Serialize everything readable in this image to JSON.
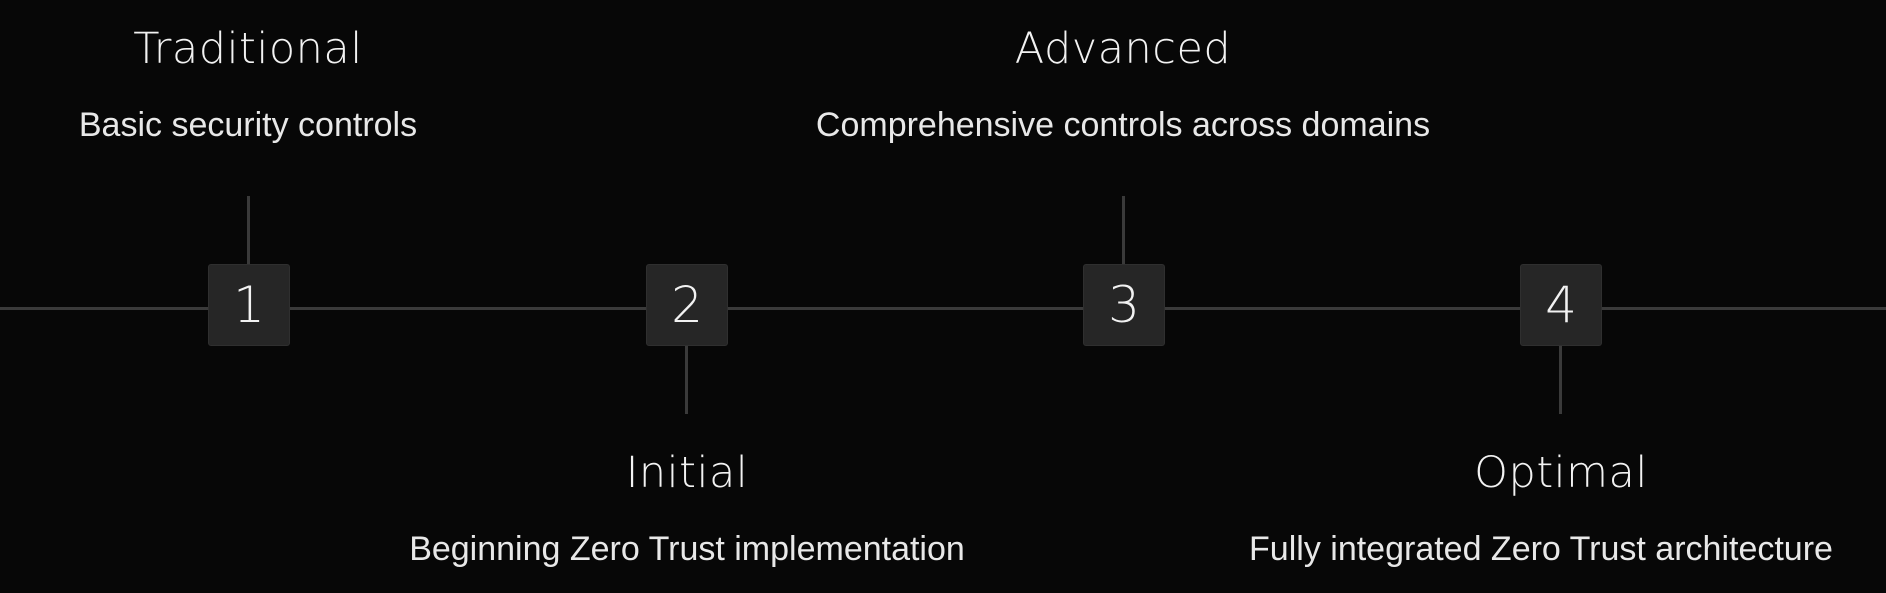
{
  "stages": [
    {
      "number": "1",
      "title": "Traditional",
      "description": "Basic security controls"
    },
    {
      "number": "2",
      "title": "Initial",
      "description": "Beginning Zero Trust implementation"
    },
    {
      "number": "3",
      "title": "Advanced",
      "description": "Comprehensive controls across domains"
    },
    {
      "number": "4",
      "title": "Optimal",
      "description": "Fully integrated Zero Trust architecture"
    }
  ],
  "colors": {
    "background": "#070707",
    "line": "#3a3a3a",
    "box": "#262626",
    "text": "#f2f2f2"
  }
}
